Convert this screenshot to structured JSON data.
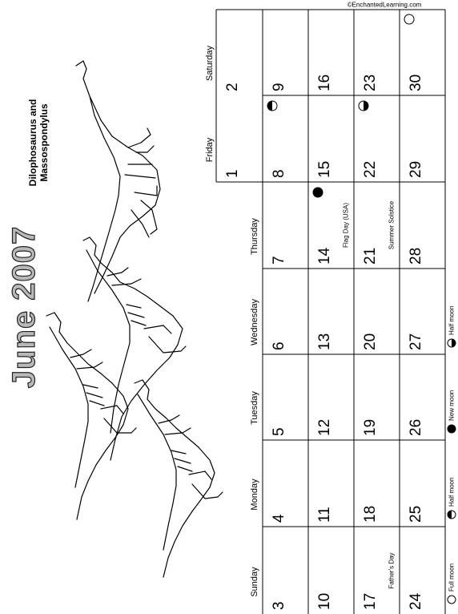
{
  "title": "June 2007",
  "subtitle_lines": [
    "Dilophosaurus and",
    "Massospondylus"
  ],
  "credit": "©EnchantedLearning.com",
  "days_of_week": [
    "Sunday",
    "Monday",
    "Tuesday",
    "Wednesday",
    "Thursday",
    "Friday",
    "Saturday"
  ],
  "days": [
    {
      "day": "1",
      "col": 5,
      "row": 0
    },
    {
      "day": "2",
      "col": 6,
      "row": 0
    },
    {
      "day": "3",
      "col": 0,
      "row": 1
    },
    {
      "day": "4",
      "col": 1,
      "row": 1
    },
    {
      "day": "5",
      "col": 2,
      "row": 1
    },
    {
      "day": "6",
      "col": 3,
      "row": 1
    },
    {
      "day": "7",
      "col": 4,
      "row": 1
    },
    {
      "day": "8",
      "col": 5,
      "row": 1,
      "moon": "half-left"
    },
    {
      "day": "9",
      "col": 6,
      "row": 1
    },
    {
      "day": "10",
      "col": 0,
      "row": 2
    },
    {
      "day": "11",
      "col": 1,
      "row": 2
    },
    {
      "day": "12",
      "col": 2,
      "row": 2
    },
    {
      "day": "13",
      "col": 3,
      "row": 2
    },
    {
      "day": "14",
      "col": 4,
      "row": 2,
      "moon": "new",
      "note": "Flag Day (USA)"
    },
    {
      "day": "15",
      "col": 5,
      "row": 2
    },
    {
      "day": "16",
      "col": 6,
      "row": 2
    },
    {
      "day": "17",
      "col": 0,
      "row": 3,
      "note": "Father's Day"
    },
    {
      "day": "18",
      "col": 1,
      "row": 3
    },
    {
      "day": "19",
      "col": 2,
      "row": 3
    },
    {
      "day": "20",
      "col": 3,
      "row": 3
    },
    {
      "day": "21",
      "col": 4,
      "row": 3,
      "note": "Summer Solstice"
    },
    {
      "day": "22",
      "col": 5,
      "row": 3,
      "moon": "half-right"
    },
    {
      "day": "23",
      "col": 6,
      "row": 3
    },
    {
      "day": "24",
      "col": 0,
      "row": 4
    },
    {
      "day": "25",
      "col": 1,
      "row": 4
    },
    {
      "day": "26",
      "col": 2,
      "row": 4
    },
    {
      "day": "27",
      "col": 3,
      "row": 4
    },
    {
      "day": "28",
      "col": 4,
      "row": 4
    },
    {
      "day": "29",
      "col": 5,
      "row": 4
    },
    {
      "day": "30",
      "col": 6,
      "row": 4,
      "moon": "full"
    }
  ],
  "legend": [
    {
      "label": "Full moon",
      "icon": "full"
    },
    {
      "label": "Half moon",
      "icon": "half-left"
    },
    {
      "label": "New moon",
      "icon": "new"
    },
    {
      "label": "Half moon",
      "icon": "half-right"
    }
  ],
  "illustration": "dinosaur-drawing"
}
